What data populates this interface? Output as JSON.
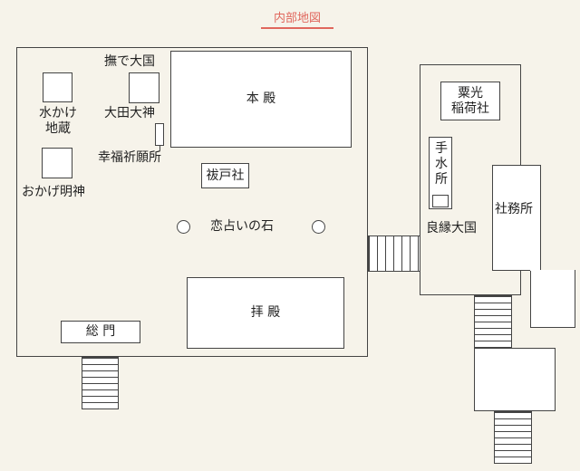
{
  "map": {
    "title": "内部地図",
    "labels": {
      "honden": "本 殿",
      "haiden": "拝 殿",
      "somon": "総 門",
      "harai": "祓戸社",
      "koiura": "恋占いの石",
      "mizukake": "水かけ\n地蔵",
      "okage": "おかげ明神",
      "nade": "撫で大国",
      "ota": "大田大神",
      "kofuku": "幸福祈願所",
      "awamitsu": "粟光\n稲荷社",
      "temizu": "手\n水\n所",
      "ryoen": "良縁大国",
      "shamusho": "社務所"
    }
  }
}
